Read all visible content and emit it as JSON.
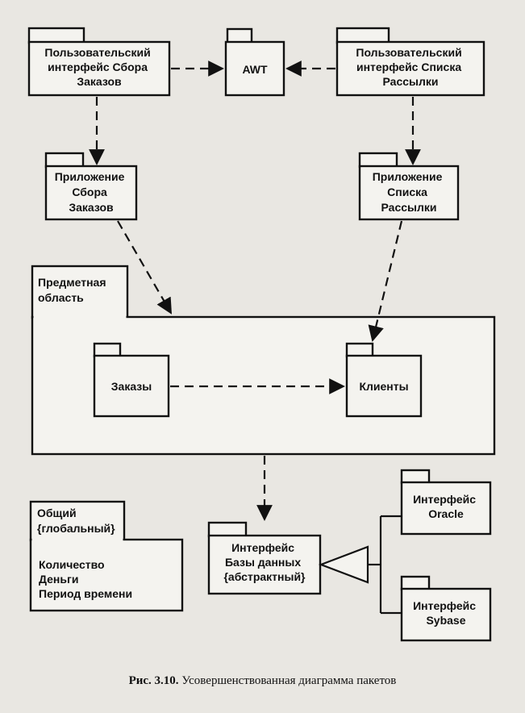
{
  "packages": {
    "ui_orders": {
      "lines": [
        "Пользовательский",
        "интерфейс Сбора",
        "Заказов"
      ]
    },
    "awt": {
      "lines": [
        "AWT"
      ]
    },
    "ui_mailing": {
      "lines": [
        "Пользовательский",
        "интерфейс Списка",
        "Рассылки"
      ]
    },
    "app_orders": {
      "lines": [
        "Приложение",
        "Сбора",
        "Заказов"
      ]
    },
    "app_mailing": {
      "lines": [
        "Приложение",
        "Списка",
        "Рассылки"
      ]
    },
    "domain": {
      "lines": [
        "Предметная",
        "область"
      ]
    },
    "orders": {
      "lines": [
        "Заказы"
      ]
    },
    "clients": {
      "lines": [
        "Клиенты"
      ]
    },
    "common": {
      "lines": [
        "Общий",
        "{глобальный}"
      ],
      "contents": [
        "Количество",
        "Деньги",
        "Период времени"
      ]
    },
    "db_interface": {
      "lines": [
        "Интерфейс",
        "Базы данных",
        "{абстрактный}"
      ]
    },
    "oracle": {
      "lines": [
        "Интерфейс",
        "Oracle"
      ]
    },
    "sybase": {
      "lines": [
        "Интерфейс",
        "Sybase"
      ]
    }
  },
  "caption": {
    "label": "Рис. 3.10.",
    "text": "Усовершенствованная диаграмма пакетов"
  }
}
